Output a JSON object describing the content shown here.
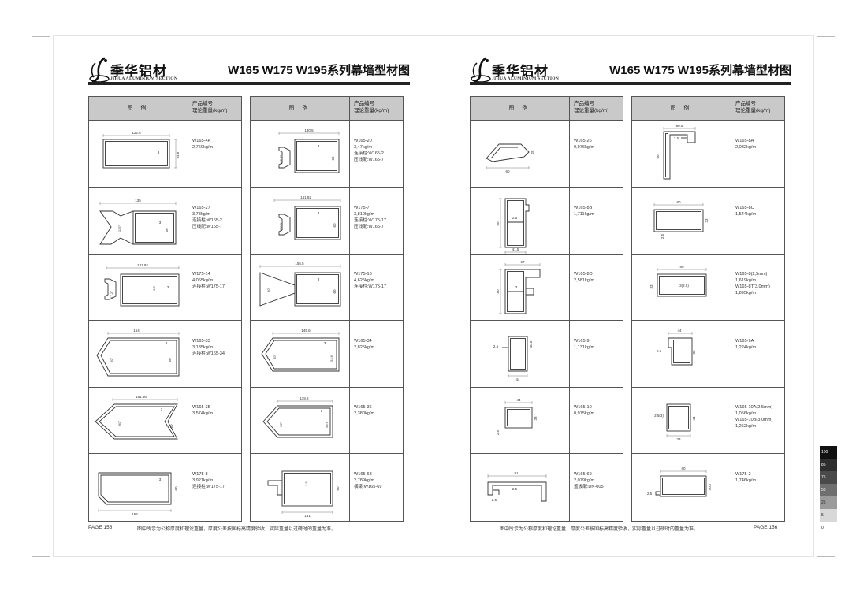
{
  "brand": {
    "cn": "季华铝材",
    "en": "JIHUA ALUMINIUM SECTION"
  },
  "title": "W165 W175 W195系列幕墙型材图",
  "table_header": {
    "figure": "图 例",
    "code": "产品编号",
    "weight": "理论重量(kg/m)"
  },
  "footer_note": "图中所示为公称厚度和理论重量，厚度公差按国标高精度验收，实际重量以过磅时的重量为准。",
  "pages": [
    {
      "page_label": "PAGE 155",
      "tables": [
        {
          "rows": [
            {
              "code": "W165-4A",
              "weight": "2,760kg/m",
              "notes": [],
              "dims": {
                "w": "122.6",
                "h": "54.6",
                "t": "3"
              }
            },
            {
              "code": "W165-27",
              "weight": "3,78kg/m",
              "notes": [
                "连接柱:W165-2",
                "压线配:W165-7"
              ],
              "dims": {
                "w": "135",
                "h": "60",
                "t": "3",
                "a": "135°"
              }
            },
            {
              "code": "W175-14",
              "weight": "4,065kg/m",
              "notes": [
                "连接柱:W175-17"
              ],
              "dims": {
                "w": "141.92",
                "h": "3.5",
                "t": "3",
                "a": "17.2°"
              }
            },
            {
              "code": "W165-33",
              "weight": "3,135kg/m",
              "notes": [
                "连接柱:W165-34"
              ],
              "dims": {
                "w": "154",
                "h": "60",
                "t": "3",
                "a": "60°"
              }
            },
            {
              "code": "W165-35",
              "weight": "3,574kg/m",
              "notes": [],
              "dims": {
                "w": "161.96",
                "h": "60",
                "t": "3",
                "a": "60°"
              }
            },
            {
              "code": "W175-8",
              "weight": "3,921kg/m",
              "notes": [
                "连接柱:W175-17"
              ],
              "dims": {
                "w": "162",
                "h": "60",
                "t": "3"
              }
            }
          ]
        },
        {
          "rows": [
            {
              "code": "W165-20",
              "weight": "3,47kg/m",
              "notes": [
                "连接柱:W165-2",
                "压线配:W165-7"
              ],
              "dims": {
                "w": "130.5",
                "h": "60",
                "t": "3",
                "a": "167.6°"
              }
            },
            {
              "code": "W175-7",
              "weight": "3,810kg/m",
              "notes": [
                "连接柱:W175-17",
                "压线配:W165-7"
              ],
              "dims": {
                "w": "141.92",
                "h": "60",
                "t": "3",
                "a": "168.3"
              }
            },
            {
              "code": "W175-16",
              "weight": "4,625kg/m",
              "notes": [
                "连接柱:W175-17"
              ],
              "dims": {
                "w": "155.5",
                "h": "60",
                "t": "3",
                "a": "90°"
              }
            },
            {
              "code": "W165-34",
              "weight": "2,825kg/m",
              "notes": [],
              "dims": {
                "w": "145.6",
                "h": "53.6",
                "t": "3",
                "a": "60°"
              }
            },
            {
              "code": "W165-36",
              "weight": "2,380kg/m",
              "notes": [],
              "dims": {
                "w": "119.8",
                "h": "53.6",
                "t": "3",
                "a": "60°"
              }
            },
            {
              "code": "W165-68",
              "weight": "2,789kg/m",
              "notes": [
                "横梁:W165-69"
              ],
              "dims": {
                "w": "131",
                "h": "60",
                "t": "2.5"
              }
            }
          ]
        }
      ]
    },
    {
      "page_label": "PAGE 156",
      "tables": [
        {
          "rows": [
            {
              "code": "W165-26",
              "weight": "0,976kg/m",
              "notes": [],
              "dims": {
                "w": "60",
                "h": "25"
              }
            },
            {
              "code": "W165-8B",
              "weight": "1,711kg/m",
              "notes": [],
              "dims": {
                "w": "41.5",
                "h": "80",
                "t": "2.5"
              }
            },
            {
              "code": "W165-8D",
              "weight": "2,581kg/m",
              "notes": [],
              "dims": {
                "w": "67",
                "h": "80",
                "t": "3"
              }
            },
            {
              "code": "W165-9",
              "weight": "1,131kg/m",
              "notes": [],
              "dims": {
                "w": "44",
                "h": "40.5",
                "t": "2.5"
              }
            },
            {
              "code": "W165-10",
              "weight": "0,975kg/m",
              "notes": [],
              "dims": {
                "w": "44",
                "h": "33",
                "t": "2.5"
              }
            },
            {
              "code": "W165-69",
              "weight": "2,079kg/m",
              "notes": [
                "盖板配:DN-005"
              ],
              "dims": {
                "w": "91",
                "h": "2.5",
                "t": "2.5"
              }
            }
          ]
        },
        {
          "rows": [
            {
              "code": "W165-8A",
              "weight": "2,032kg/m",
              "notes": [],
              "dims": {
                "w": "80.5",
                "h": "80",
                "t": "2.5"
              }
            },
            {
              "code": "W165-8C",
              "weight": "1,544kg/m",
              "notes": [],
              "dims": {
                "w": "80",
                "h": "33",
                "t": "2.5"
              }
            },
            {
              "code": "W165-8(2,5mm)",
              "weight": "1,619kg/m",
              "notes": [
                "W165-8T(3,0mm)",
                "1,895kg/m"
              ],
              "dims": {
                "w": "80",
                "h": "33",
                "t": "3(2.5)"
              }
            },
            {
              "code": "W165-9A",
              "weight": "1,224kg/m",
              "notes": [],
              "dims": {
                "w": "44",
                "h": "33",
                "t": "2.5"
              }
            },
            {
              "code": "W165-10A(2,5mm)",
              "weight": "1,056kg/m",
              "notes": [
                "W165-10B(3,0mm)",
                "1,252kg/m"
              ],
              "dims": {
                "w": "33",
                "h": "44",
                "t": "2.5(3)"
              }
            },
            {
              "code": "W175-2",
              "weight": "1,746kg/m",
              "notes": [],
              "dims": {
                "w": "80",
                "h": "40.2",
                "t": "2.5"
              }
            }
          ]
        }
      ]
    }
  ],
  "color_bar": [
    {
      "label": "100",
      "color": "#111111"
    },
    {
      "label": "85",
      "color": "#2e2e2e"
    },
    {
      "label": "75",
      "color": "#4a4a4a"
    },
    {
      "label": "50",
      "color": "#6f6f6f"
    },
    {
      "label": "25",
      "color": "#9b9b9b"
    },
    {
      "label": "5",
      "color": "#d8d8d8"
    },
    {
      "label": "0",
      "color": "#ffffff"
    }
  ]
}
